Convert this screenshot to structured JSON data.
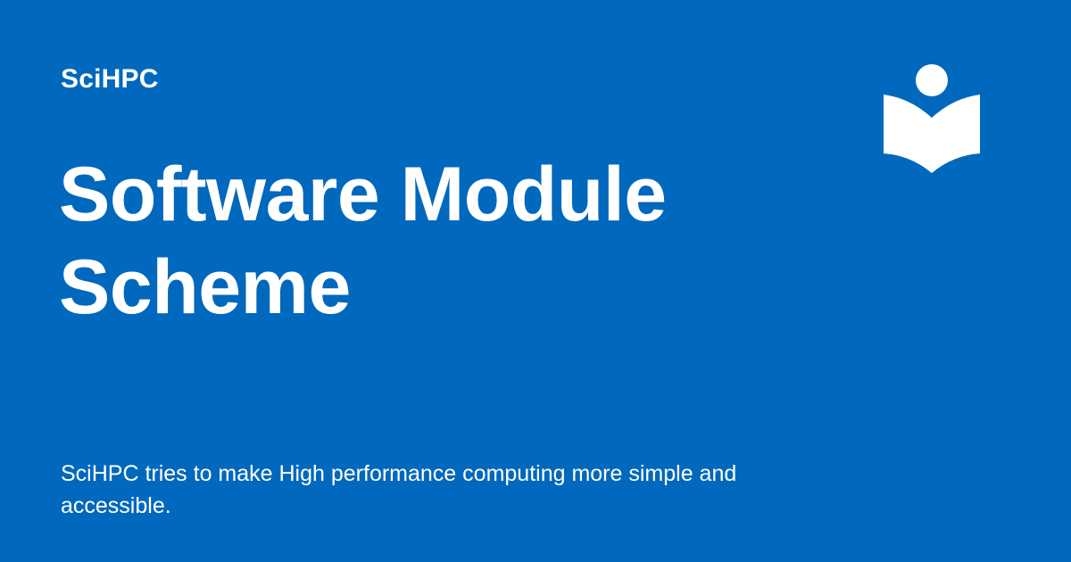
{
  "site": {
    "name": "SciHPC",
    "logo_icon": "reader-book-icon"
  },
  "page": {
    "title": "Software Module Scheme",
    "description": "SciHPC tries to make High performance computing more simple and accessible."
  },
  "colors": {
    "background": "#0068bd",
    "foreground": "#ffffff"
  }
}
